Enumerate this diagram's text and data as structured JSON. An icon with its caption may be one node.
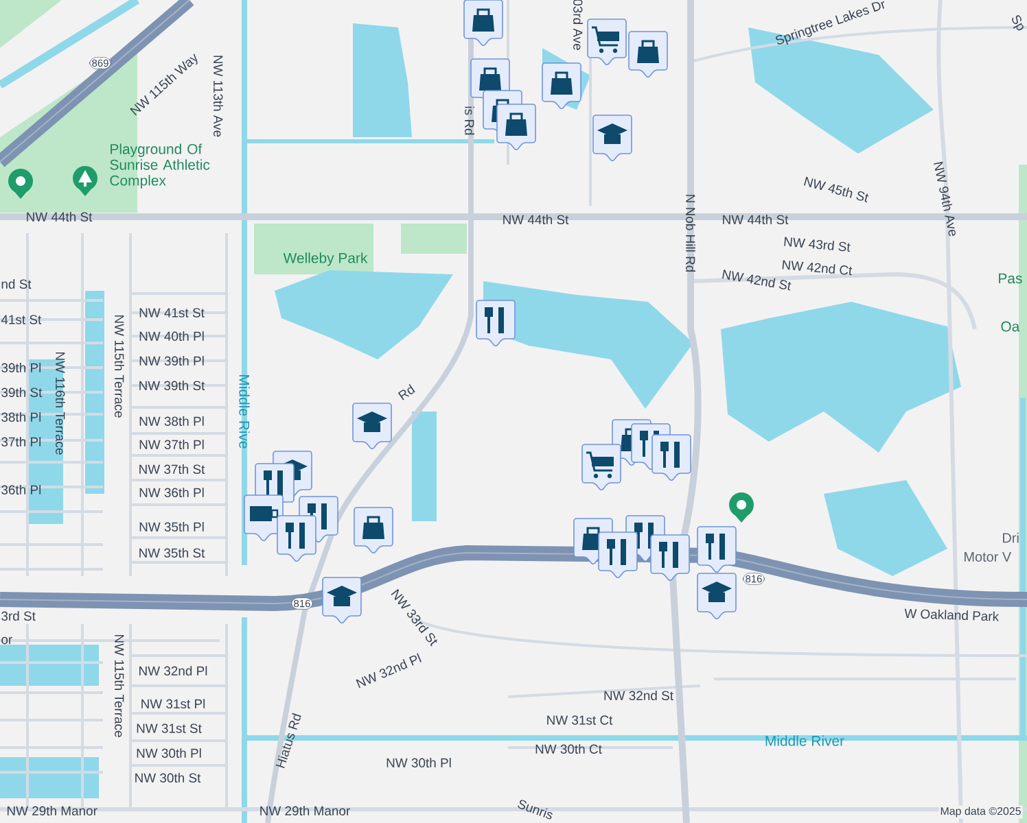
{
  "diagram": {
    "labels": [
      "869",
      "NW 115th Way",
      "NW 113th Ave",
      "Playground Of Sunrise Athletic Complex",
      "NW 44th St",
      "is Rd",
      "03rd Ave",
      "Springtree Lakes Dr",
      "Sp",
      "NW 44th St",
      "NW 44th St",
      "N Nob Hill Rd",
      "NW 45th St",
      "NW 94th Ave",
      "NW 43rd St",
      "NW 42nd Ct",
      "NW 42nd St",
      "Pas",
      "Oa",
      "Welleby Park",
      "nd St",
      "41st St",
      "NW 41st St",
      "NW 40th Pl",
      "NW 39th Pl",
      "NW 39th St",
      "NW 38th Pl",
      "NW 37th Pl",
      "NW 37th St",
      "NW 36th Pl",
      "NW 35th Pl",
      "NW 35th St",
      "39th Pl",
      "39th St",
      "38th Pl",
      "37th Pl",
      "36th Pl",
      "NW 116th Terrace",
      "NW 115th Terrace",
      "Middle Rive",
      "Rd",
      "W Oakland Park",
      "Motor V",
      "Dri",
      "816",
      "816",
      "NW 33rd St",
      "3rd St",
      "or",
      "NW 115th Terrace",
      "NW 32nd Pl",
      "NW 31st Pl",
      "NW 31st St",
      "NW 30th Pl",
      "NW 30th St",
      "NW 32nd Pl",
      "Hiatus Rd",
      "NW 30th Pl",
      "NW 29th Manor",
      "NW 29th Manor",
      "Sunris",
      "NW 32nd St",
      "NW 31st Ct",
      "NW 30th Ct",
      "Middle River",
      "Map data ©2025"
    ]
  }
}
